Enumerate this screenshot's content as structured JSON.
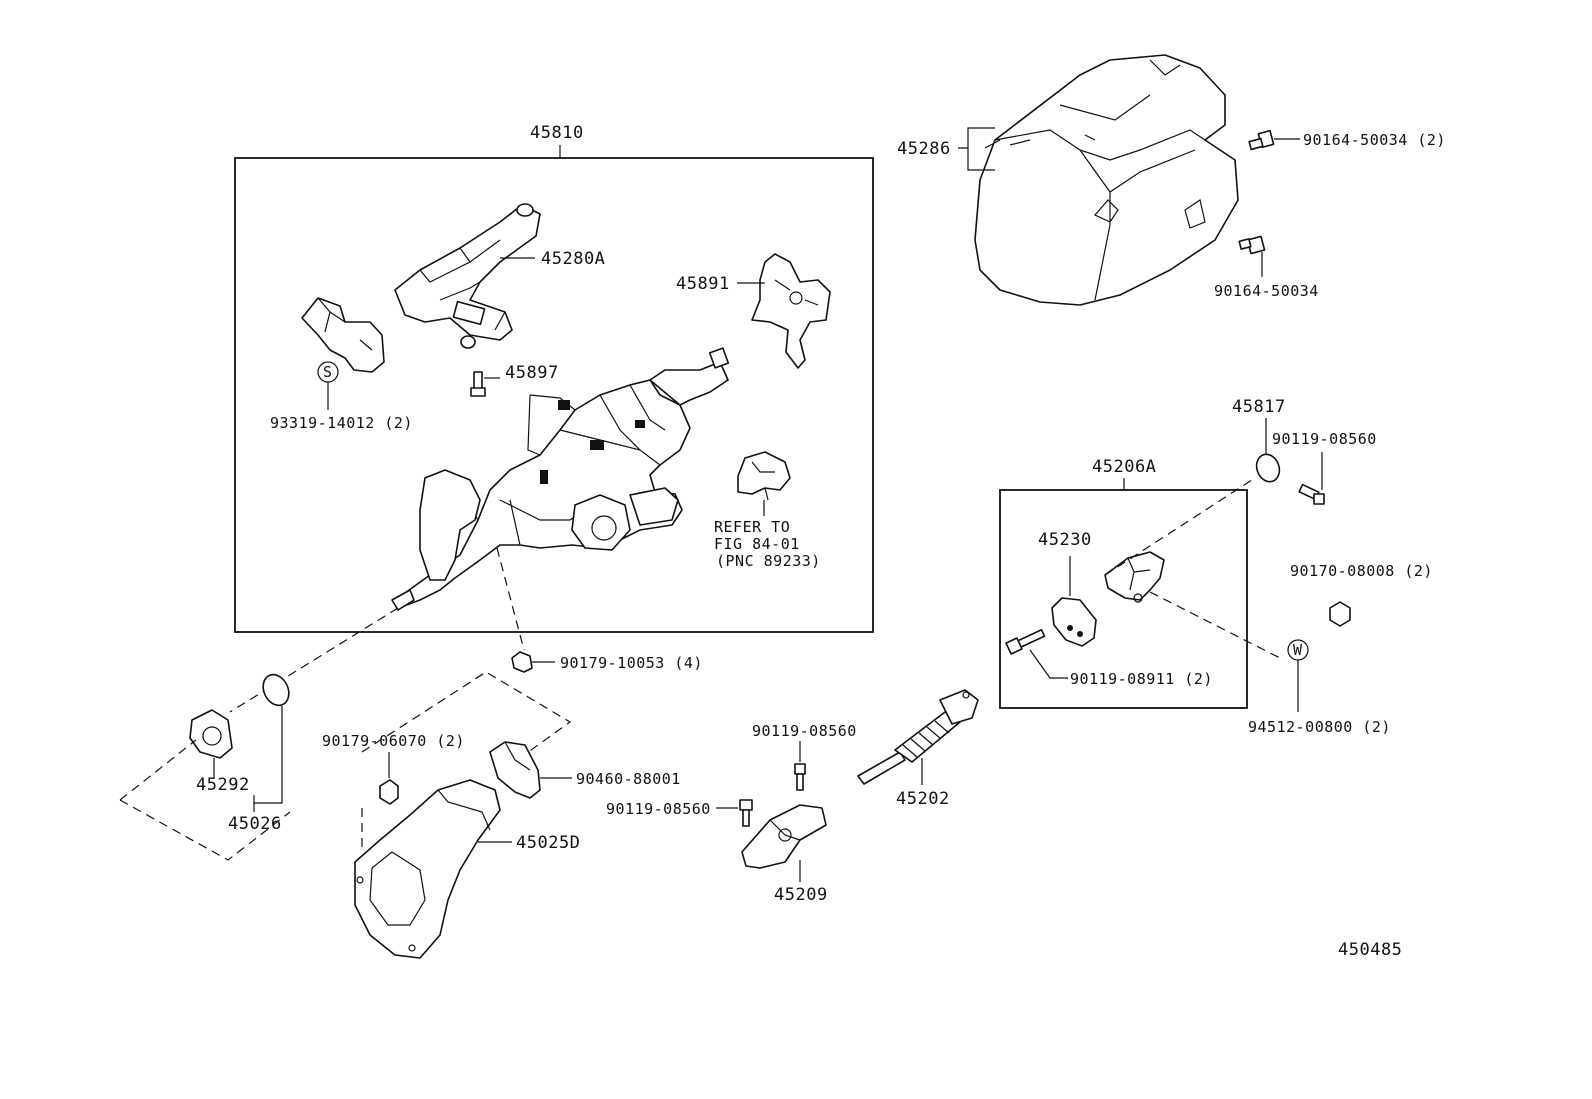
{
  "diagram": {
    "figure_code": "450485",
    "assembly_labels": {
      "column_assembly": "45810",
      "intermediate_shaft_assembly": "45206A",
      "column_cover": "45286"
    },
    "part_labels": {
      "p45280A": "45280A",
      "p45891": "45891",
      "p45897": "45897",
      "p93319": "93319-14012 (2)",
      "refer_line1": "REFER TO",
      "refer_line2": "FIG 84-01",
      "refer_line3": "(PNC 89233)",
      "p90164_2": "90164-50034 (2)",
      "p90164": "90164-50034",
      "p45817": "45817",
      "p90119_top": "90119-08560",
      "p45230": "45230",
      "p90170": "90170-08008 (2)",
      "p90119_08911": "90119-08911 (2)",
      "p94512": "94512-00800 (2)",
      "p90179_10053": "90179-10053 (4)",
      "p45292": "45292",
      "p45026": "45026",
      "p90179_06070": "90179-06070 (2)",
      "p90460": "90460-88001",
      "p45025D": "45025D",
      "p90119_mid": "90119-08560",
      "p90119_left": "90119-08560",
      "p45209": "45209",
      "p45202": "45202"
    },
    "symbols": {
      "s_mark": "S",
      "w_mark": "W"
    }
  }
}
